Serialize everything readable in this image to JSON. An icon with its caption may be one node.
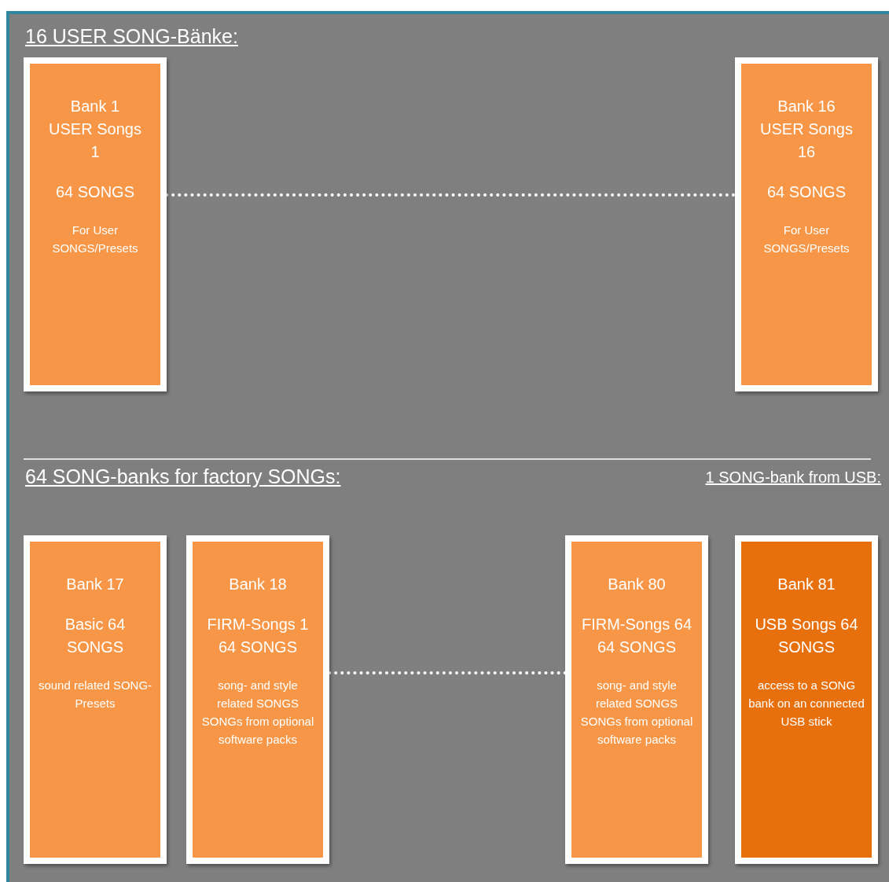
{
  "diagram": {
    "nodes": [
      {
        "text": [
          "Bank 1 USER Songs 1",
          "64 SONGS",
          "For User SONGS/Presets"
        ]
      },
      {
        "text": [
          "Bank 16 USER Songs 16",
          "64 SONGS",
          "For User SONGS/Presets"
        ]
      },
      {
        "text": [
          "Bank 17",
          "Basic 64 SONGS",
          "sound related SONG-Presets"
        ]
      },
      {
        "text": [
          "Bank 18",
          "FIRM-Songs 1 64 SONGS",
          "song- and style related SONGS SONGs from optional software packs"
        ]
      },
      {
        "text": [
          "Bank 80",
          "FIRM-Songs 64 64 SONGS",
          "song- and style related SONGS SONGs from optional software packs"
        ]
      },
      {
        "text": [
          "Bank 81",
          "USB Songs 64 SONGS",
          "access to a SONG bank on an connected USB stick"
        ]
      }
    ],
    "edges": [
      {
        "from": 0,
        "to": 1,
        "arrow": "none",
        "style": "dashed"
      },
      {
        "from": 3,
        "to": 4,
        "arrow": "none",
        "style": "dashed"
      }
    ],
    "labels": [
      "16 USER SONG-Bänke:",
      "64 SONG-banks for factory SONGs:",
      "1 SONG-bank from USB:"
    ]
  }
}
